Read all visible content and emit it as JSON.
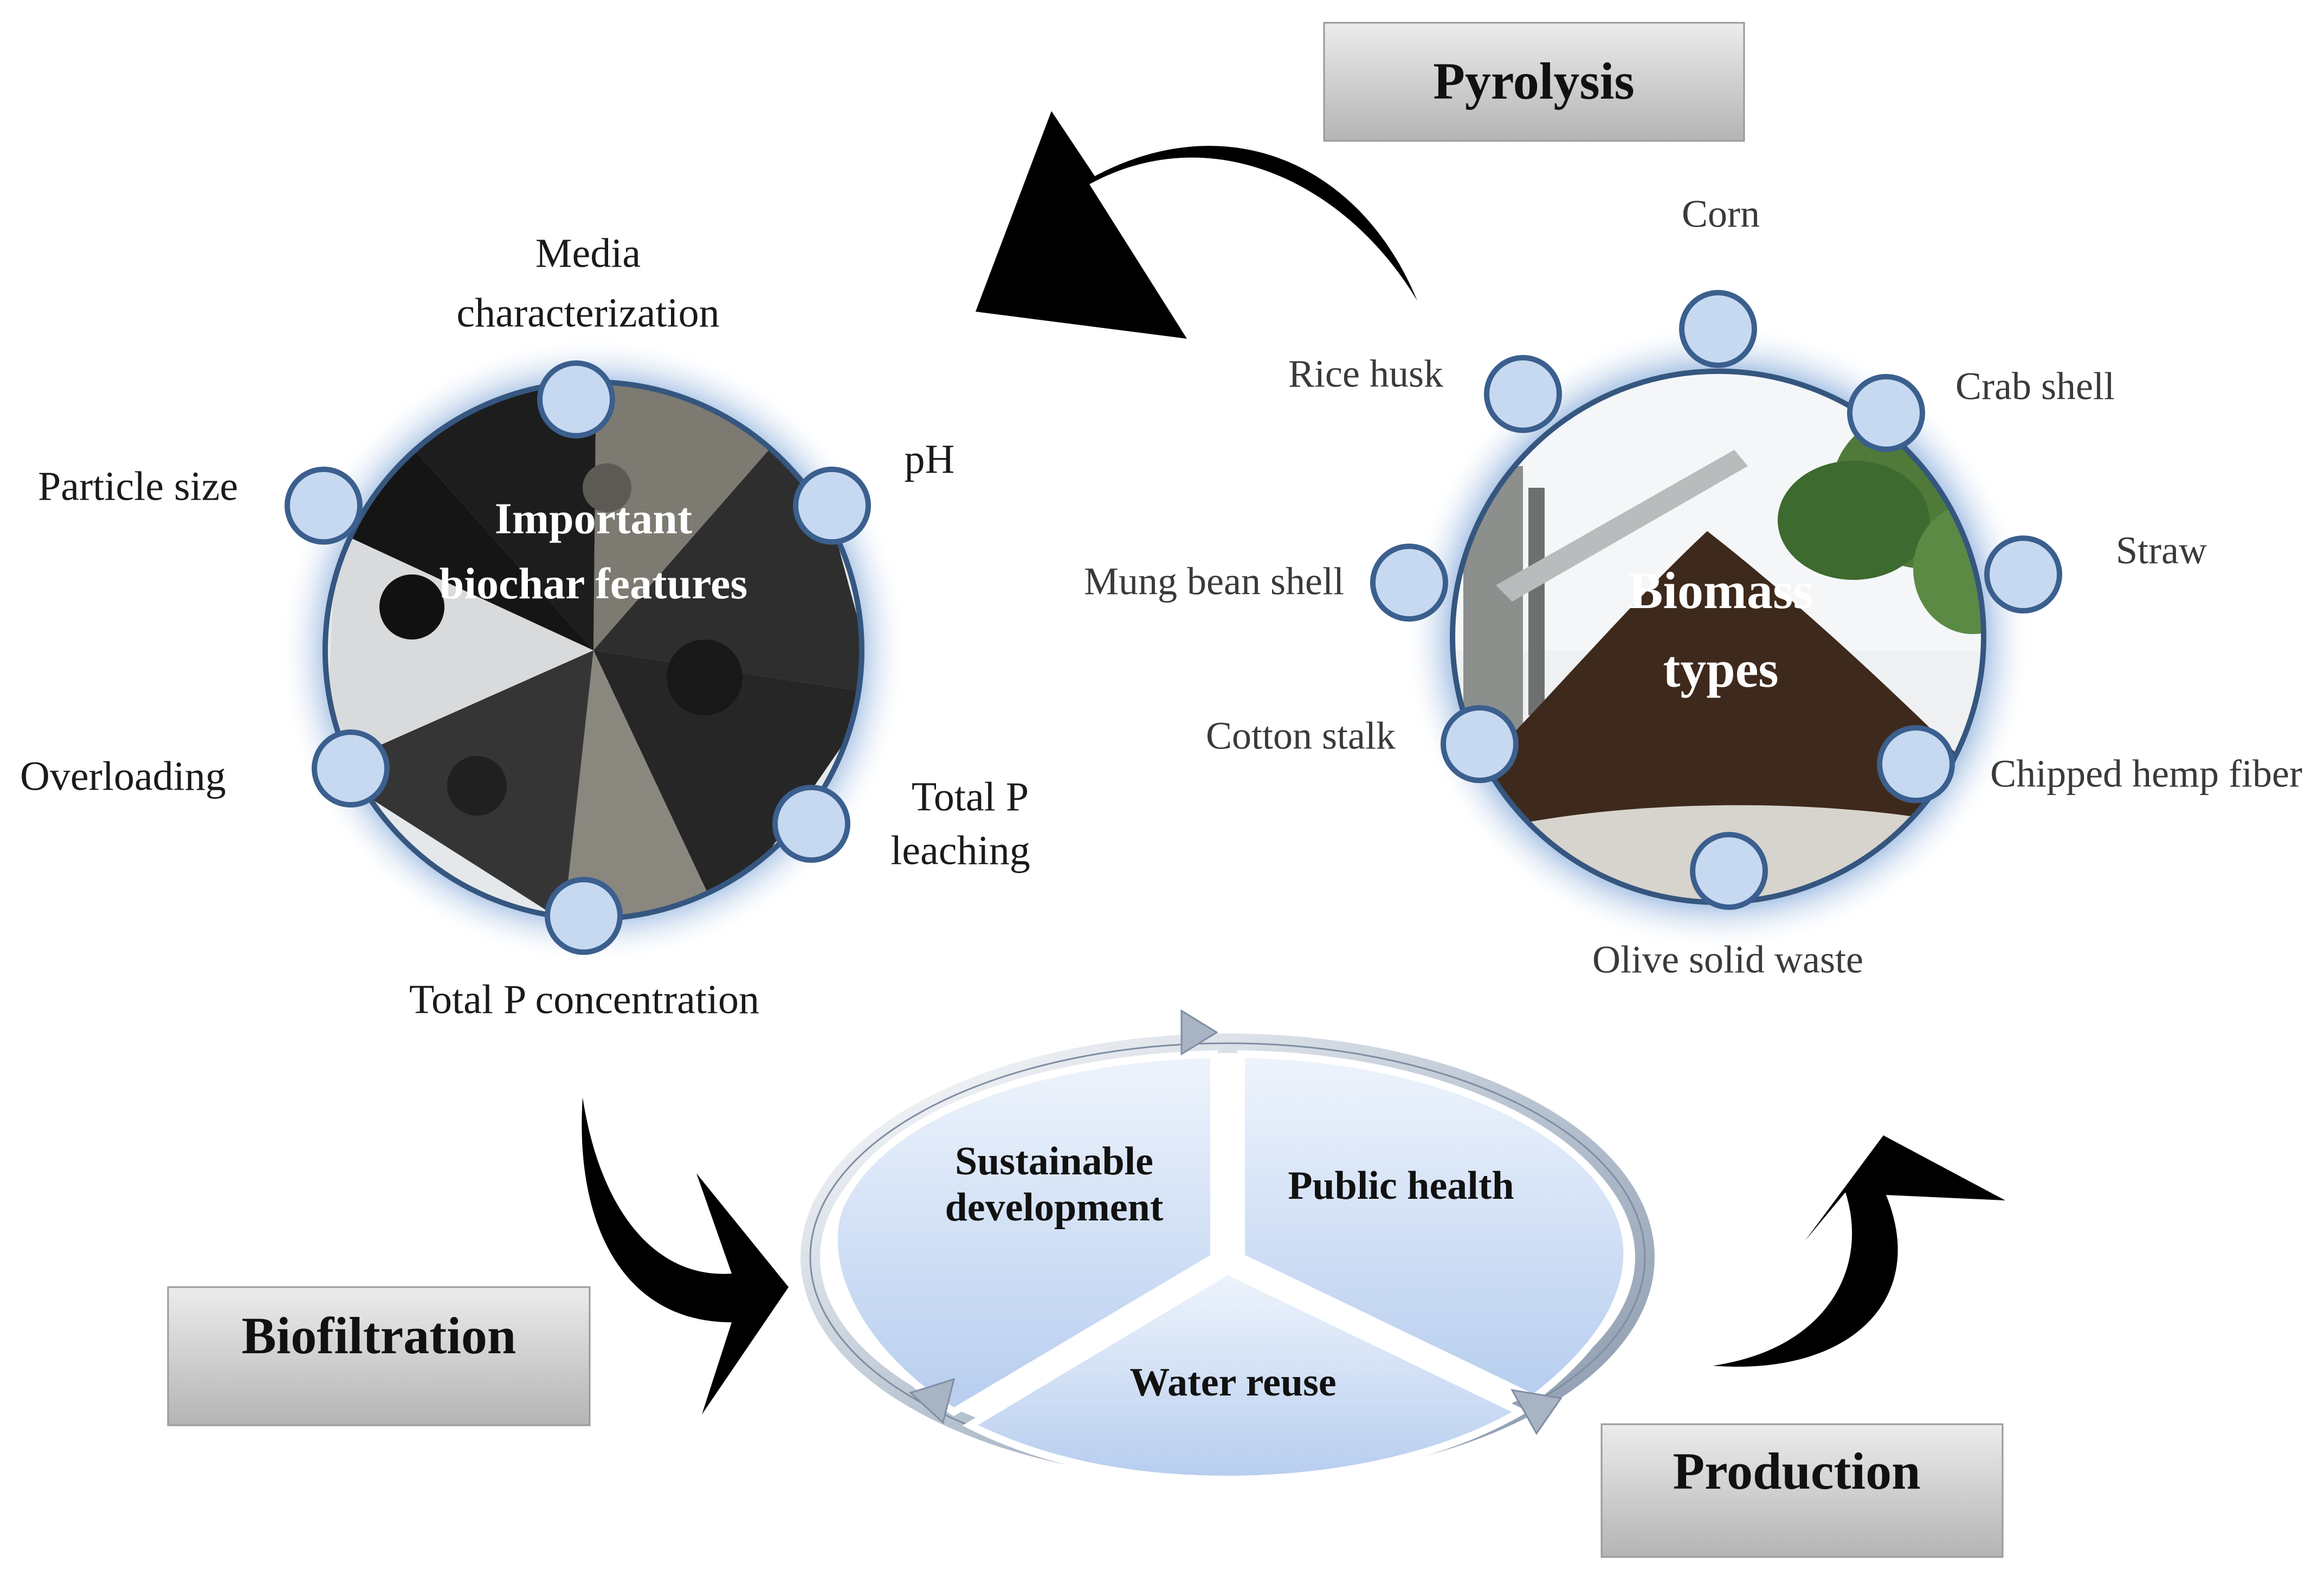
{
  "stages": {
    "pyrolysis": "Pyrolysis",
    "biofiltration": "Biofiltration",
    "production": "Production"
  },
  "biochar_hub": {
    "title_line1": "Important",
    "title_line2": "biochar features",
    "features": {
      "media_characterization_line1": "Media",
      "media_characterization_line2": "characterization",
      "ph": "pH",
      "particle_size": "Particle size",
      "overloading": "Overloading",
      "total_p_leaching_line1": "Total P",
      "total_p_leaching_line2": "leaching",
      "total_p_concentration": "Total P concentration"
    }
  },
  "biomass_hub": {
    "title_line1": "Biomass",
    "title_line2": "types",
    "types": {
      "corn": "Corn",
      "rice_husk": "Rice husk",
      "crab_shell": "Crab shell",
      "straw": "Straw",
      "mung_bean_shell": "Mung bean shell",
      "cotton_stalk": "Cotton stalk",
      "chipped_hemp_fiber": "Chipped hemp fiber",
      "olive_solid_waste": "Olive solid waste"
    }
  },
  "benefits_cycle": {
    "sustainable_line1": "Sustainable",
    "sustainable_line2": "development",
    "public_health": "Public health",
    "water_reuse": "Water reuse"
  },
  "colors": {
    "node_fill": "#c6d9f1",
    "node_stroke": "#3b5f8e",
    "glow": "#4a7fc1",
    "stage_box_fill": "#c8c8c8",
    "arrow": "#000000"
  }
}
